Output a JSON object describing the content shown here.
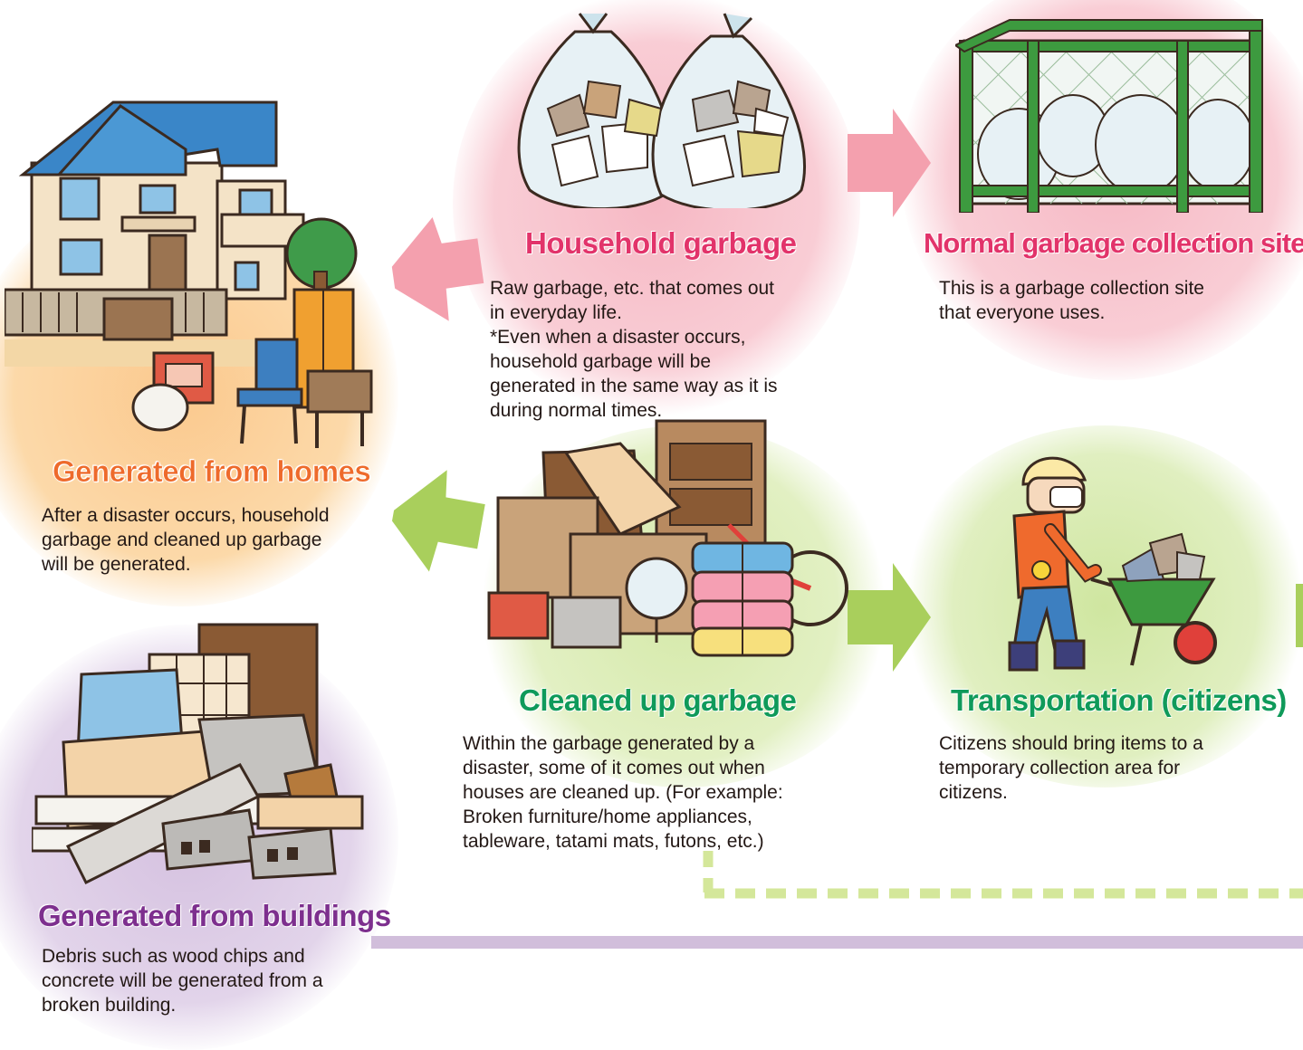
{
  "homes": {
    "title": "Generated from homes",
    "lines": [
      "After a disaster occurs, household",
      "garbage and cleaned up garbage",
      "will be generated."
    ],
    "color": "#ee6a2b",
    "glow": "#fbc98e"
  },
  "buildings": {
    "title": "Generated from buildings",
    "lines": [
      "Debris such as wood chips and",
      "concrete will be generated from a",
      "broken building."
    ],
    "color": "#7d2f8e",
    "glow": "#d5c1e0"
  },
  "household": {
    "title": "Household garbage",
    "lines": [
      "Raw garbage, etc. that comes out",
      "in everyday life.",
      "*Even when a disaster occurs,",
      "household garbage will be",
      "generated in the same way as it is",
      "during normal times."
    ],
    "color": "#e2336a",
    "glow": "#f6b8c4"
  },
  "normal_site": {
    "title": "Normal garbage collection site",
    "lines": [
      "This is a garbage collection site",
      "that everyone uses."
    ],
    "color": "#e2336a",
    "glow": "#f6b8c4"
  },
  "cleaned": {
    "title": "Cleaned up garbage",
    "lines": [
      "Within the garbage generated by a",
      "disaster, some of it comes out when",
      "houses are cleaned up. (For example:",
      "Broken furniture/home appliances,",
      "tableware, tatami mats, futons, etc.)"
    ],
    "color": "#0f9a5a",
    "glow": "#d5e9a9"
  },
  "transport": {
    "title": "Transportation (citizens)",
    "lines": [
      "Citizens should bring items to a",
      "temporary collection area for",
      "citizens."
    ],
    "color": "#0f9a5a",
    "glow": "#cfe6a0"
  },
  "colors": {
    "pink_arrow": "#f4a0ae",
    "green_arrow": "#a9cf5c",
    "dashed_line": "#d4e79a",
    "purple_band": "#d1bedb",
    "text": "#231815"
  }
}
